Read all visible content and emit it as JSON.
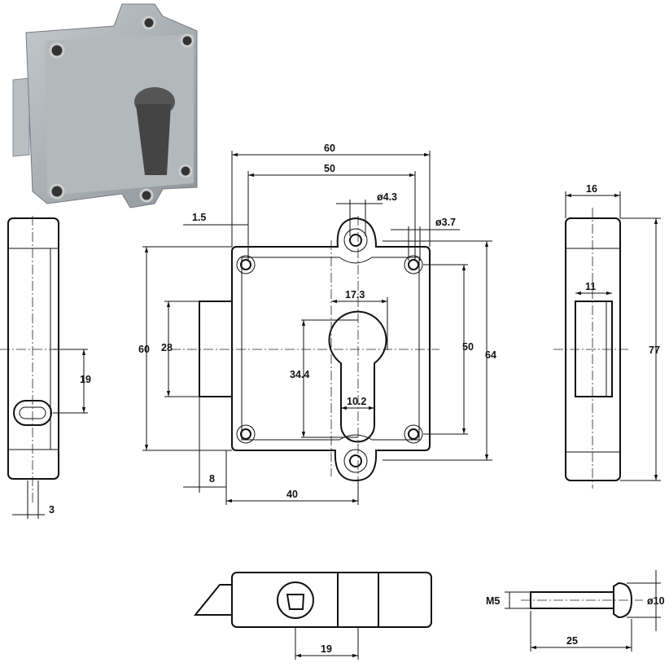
{
  "dimensions": {
    "front_width_60": "60",
    "front_hole_spacing_50": "50",
    "hole_dia_4_3": "ø4.3",
    "hole_dia_3_7": "ø3.7",
    "offset_1_5": "1.5",
    "cylinder_width_17_3": "17.3",
    "cylinder_height_34_4": "34.4",
    "slot_width_10_2": "10.2",
    "hole_vertical_50": "50",
    "total_height_64": "64",
    "body_height_60": "60",
    "bolt_height_28": "28",
    "bolt_projection_8": "8",
    "backset_40": "40",
    "side_offset_19": "19",
    "side_slot_3": "3",
    "depth_16": "16",
    "inner_11": "11",
    "height_77": "77",
    "bottom_19": "19",
    "screw_thread": "M5",
    "screw_head_dia": "ø10",
    "screw_length": "25"
  },
  "colors": {
    "line": "#111111",
    "metal": "#a9afb3"
  }
}
